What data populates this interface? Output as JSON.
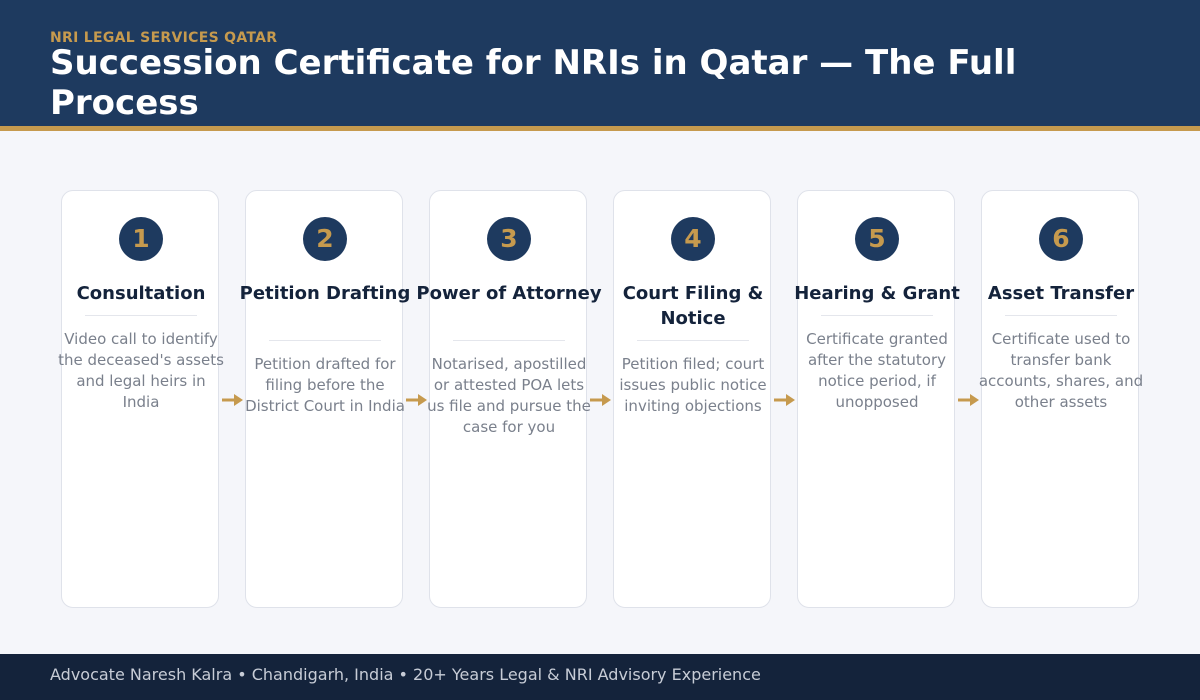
{
  "header": {
    "eyebrow": "NRI LEGAL SERVICES QATAR",
    "title": "Succession Certificate for NRIs in Qatar — The Full Process"
  },
  "steps": [
    {
      "number": "1",
      "title": "Consultation",
      "description": "Video call to identify the deceased's assets and legal heirs in India"
    },
    {
      "number": "2",
      "title": "Petition Drafting",
      "description": "Petition drafted for filing before the District Court in India"
    },
    {
      "number": "3",
      "title": "Power of Attorney",
      "description": "Notarised, apostilled or attested POA lets us file and pursue the case for you"
    },
    {
      "number": "4",
      "title": "Court Filing & Notice",
      "description": "Petition filed; court issues public notice inviting objections"
    },
    {
      "number": "5",
      "title": "Hearing & Grant",
      "description": "Certificate granted after the statutory notice period, if unopposed"
    },
    {
      "number": "6",
      "title": "Asset Transfer",
      "description": "Certificate used to transfer bank accounts, shares, and other assets"
    }
  ],
  "footer": {
    "text": "Advocate Naresh Kalra  •  Chandigarh, India  •  20+ Years Legal & NRI Advisory Experience"
  },
  "colors": {
    "navy": "#1e3a5f",
    "gold": "#c69a4e",
    "footer": "#14233b"
  }
}
